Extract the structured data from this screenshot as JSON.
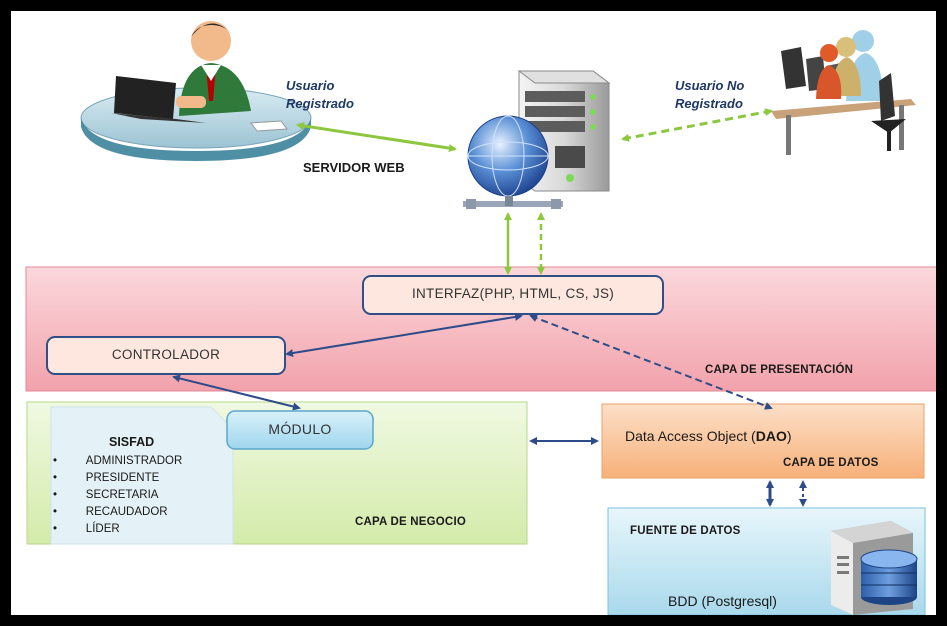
{
  "diagram": {
    "actors": {
      "registered_user": {
        "line1": "Usuario",
        "line2": "Registrado"
      },
      "unregistered_user": {
        "line1": "Usuario No",
        "line2": "Registrado"
      }
    },
    "web_server_label": "SERVIDOR WEB",
    "presentation_layer": {
      "label": "CAPA DE PRESENTACIÓN",
      "interface_box": "INTERFAZ(PHP, HTML, CS, JS)",
      "controller_box": "CONTROLADOR"
    },
    "business_layer": {
      "label": "CAPA DE NEGOCIO",
      "module_box": "MÓDULO",
      "system_title": "SISFAD",
      "roles": [
        "ADMINISTRADOR",
        "PRESIDENTE",
        "SECRETARIA",
        "RECAUDADOR",
        "LÍDER"
      ]
    },
    "data_layer": {
      "label": "CAPA DE DATOS",
      "dao_prefix": "Data Access Object (",
      "dao_bold": "DAO",
      "dao_suffix": ")"
    },
    "data_source": {
      "label": "FUENTE DE DATOS",
      "db_label": "BDD (Postgresql)"
    },
    "colors": {
      "presentation_fill": "#f5b9bf",
      "business_fill": "#e2f2c4",
      "data_fill": "#f9c090",
      "source_fill": "#c5e6f2",
      "solid_arrow_green": "#8dc63f",
      "dashed_arrow_green": "#8dc63f",
      "arrow_blue": "#2e4b8a"
    }
  }
}
